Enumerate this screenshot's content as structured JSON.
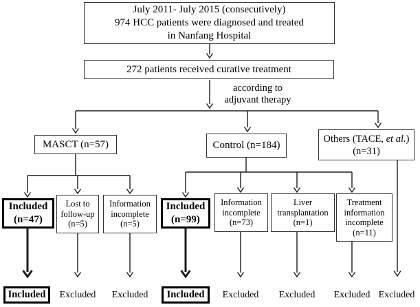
{
  "flowchart": {
    "top_box": {
      "line1": "July 2011- July 2015 (consecutively)",
      "line2": "974 HCC patients were diagnosed and treated",
      "line3": "in Nanfang Hospital"
    },
    "curative_box": {
      "label": "272 patients received curative treatment"
    },
    "branch_annotation": {
      "line1": "according to",
      "line2": "adjuvant therapy"
    },
    "groups": {
      "masct": {
        "label": "MASCT (n=57)"
      },
      "control": {
        "label": "Control (n=184)"
      },
      "others": {
        "line1_prefix": "Others (TACE, ",
        "line1_italic": "et al.",
        "line1_suffix": ")",
        "line2": "(n=31)"
      }
    },
    "outcome_boxes": {
      "included_masct": {
        "line1": "Included",
        "line2": "(n=47)"
      },
      "lost_followup": {
        "line1": "Lost to",
        "line2": "follow-up",
        "line3": "(n=5)"
      },
      "info_incomplete_masct": {
        "line1": "Information",
        "line2": "incomplete",
        "line3": "(n=5)"
      },
      "included_control": {
        "line1": "Included",
        "line2": "(n=99)"
      },
      "info_incomplete_control": {
        "line1": "Information",
        "line2": "incomplete",
        "line3": "(n=73)"
      },
      "liver_transplant": {
        "line1": "Liver",
        "line2": "transplantation",
        "line3": "(n=1)"
      },
      "treatment_info_incomplete": {
        "line1": "Treatment",
        "line2": "information",
        "line3": "incomplete",
        "line4": "(n=11)"
      }
    },
    "final_row": {
      "included": "Included",
      "excluded": "Excluded"
    },
    "colors": {
      "line": "#1b1b1b",
      "border": "#333333",
      "border_emphasis": "#000000",
      "text": "#000000",
      "background": "#ffffff"
    }
  }
}
